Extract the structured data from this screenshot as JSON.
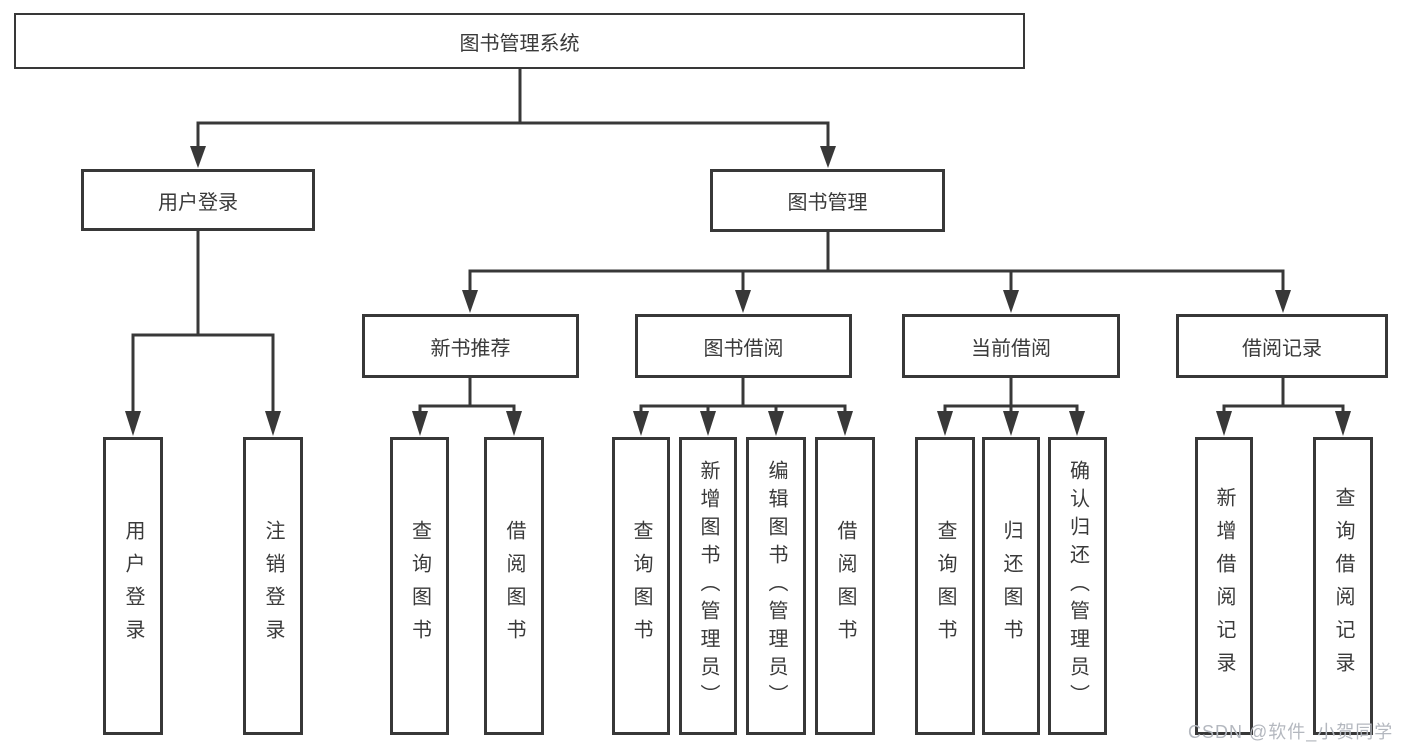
{
  "colors": {
    "line": "#383838",
    "text": "#3a3a3a",
    "box_background": "#ffffff",
    "page_background": "#ffffff",
    "watermark": "#b4b8bf"
  },
  "watermark": {
    "text": "CSDN @软件_小贺同学"
  },
  "tree": {
    "root": {
      "label": "图书管理系统",
      "children": [
        {
          "label": "用户登录",
          "children": [
            {
              "label": "用户登录"
            },
            {
              "label": "注销登录"
            }
          ]
        },
        {
          "label": "图书管理",
          "children": [
            {
              "label": "新书推荐",
              "children": [
                {
                  "label": "查询图书"
                },
                {
                  "label": "借阅图书"
                }
              ]
            },
            {
              "label": "图书借阅",
              "children": [
                {
                  "label": "查询图书"
                },
                {
                  "label": "新增图书（管理员）"
                },
                {
                  "label": "编辑图书（管理员）"
                },
                {
                  "label": "借阅图书"
                }
              ]
            },
            {
              "label": "当前借阅",
              "children": [
                {
                  "label": "查询图书"
                },
                {
                  "label": "归还图书"
                },
                {
                  "label": "确认归还（管理员）"
                }
              ]
            },
            {
              "label": "借阅记录",
              "children": [
                {
                  "label": "新增借阅记录"
                },
                {
                  "label": "查询借阅记录"
                }
              ]
            }
          ]
        }
      ]
    }
  }
}
